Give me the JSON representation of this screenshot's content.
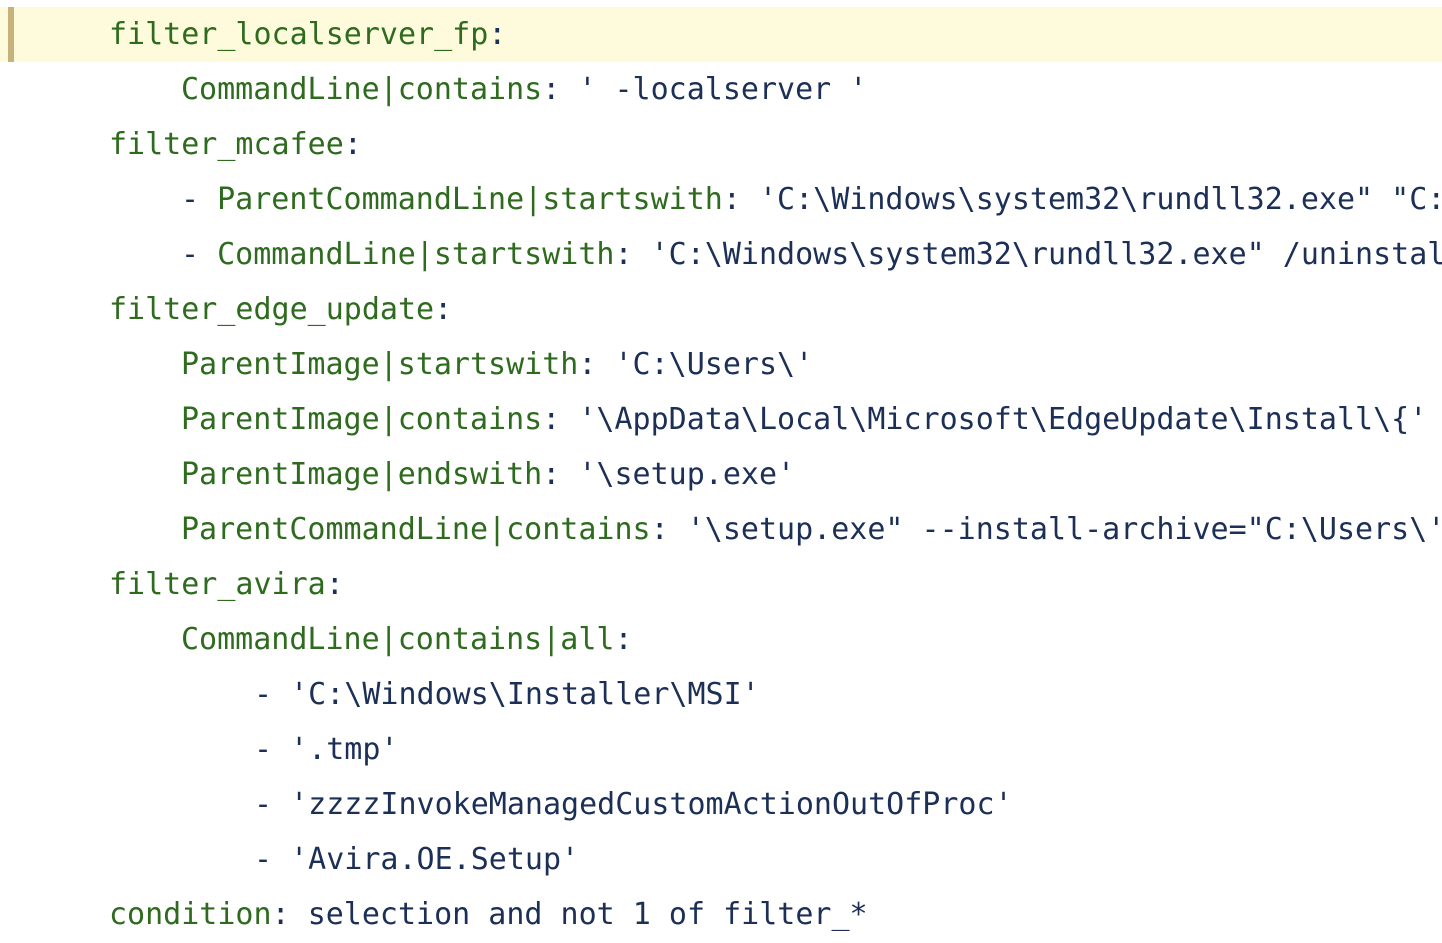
{
  "lines": [
    {
      "indent": 1,
      "key": "filter_localserver_fp",
      "sep": ":",
      "value": "",
      "dash": "",
      "active": true
    },
    {
      "indent": 2,
      "key": "CommandLine|contains",
      "sep": ": ",
      "value": "' -localserver '",
      "dash": ""
    },
    {
      "indent": 1,
      "key": "filter_mcafee",
      "sep": ":",
      "value": "",
      "dash": ""
    },
    {
      "indent": 2,
      "key": "ParentCommandLine|startswith",
      "sep": ": ",
      "value": "'C:\\Windows\\system32\\rundll32.exe\" \"C:",
      "dash": "- "
    },
    {
      "indent": 2,
      "key": "CommandLine|startswith",
      "sep": ": ",
      "value": "'C:\\Windows\\system32\\rundll32.exe\" /uninstal",
      "dash": "- "
    },
    {
      "indent": 1,
      "key": "filter_edge_update",
      "sep": ":",
      "value": "",
      "dash": ""
    },
    {
      "indent": 2,
      "key": "ParentImage|startswith",
      "sep": ": ",
      "value": "'C:\\Users\\'",
      "dash": ""
    },
    {
      "indent": 2,
      "key": "ParentImage|contains",
      "sep": ": ",
      "value": "'\\AppData\\Local\\Microsoft\\EdgeUpdate\\Install\\{'",
      "dash": ""
    },
    {
      "indent": 2,
      "key": "ParentImage|endswith",
      "sep": ": ",
      "value": "'\\setup.exe'",
      "dash": ""
    },
    {
      "indent": 2,
      "key": "ParentCommandLine|contains",
      "sep": ": ",
      "value": "'\\setup.exe\" --install-archive=\"C:\\Users\\'",
      "dash": ""
    },
    {
      "indent": 1,
      "key": "filter_avira",
      "sep": ":",
      "value": "",
      "dash": ""
    },
    {
      "indent": 2,
      "key": "CommandLine|contains|all",
      "sep": ":",
      "value": "",
      "dash": ""
    },
    {
      "indent": 3,
      "key": "",
      "sep": "",
      "value": "'C:\\Windows\\Installer\\MSI'",
      "dash": "- "
    },
    {
      "indent": 3,
      "key": "",
      "sep": "",
      "value": "'.tmp'",
      "dash": "- "
    },
    {
      "indent": 3,
      "key": "",
      "sep": "",
      "value": "'zzzzInvokeManagedCustomActionOutOfProc'",
      "dash": "- "
    },
    {
      "indent": 3,
      "key": "",
      "sep": "",
      "value": "'Avira.OE.Setup'",
      "dash": "- "
    },
    {
      "indent": 1,
      "key": "condition",
      "sep": ": ",
      "value": "selection and not 1 of filter_*",
      "dash": ""
    }
  ]
}
